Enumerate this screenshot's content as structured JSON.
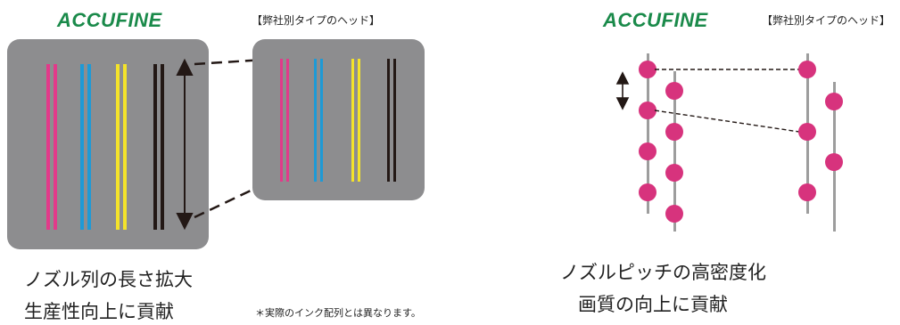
{
  "left_panel": {
    "logo": "ACCUFINE",
    "tag": "【弊社別タイプのヘッド】",
    "caption_line1": "ノズル列の長さ拡大",
    "caption_line2": "生産性向上に貢献",
    "note": "＊実際のインク配列とは異なります。"
  },
  "right_panel": {
    "logo": "ACCUFINE",
    "tag": "【弊社別タイプのヘッド】",
    "caption_line1": "ノズルピッチの高密度化",
    "caption_line2": "画質の向上に貢献"
  },
  "colors": {
    "magenta": "#e23a8a",
    "cyan": "#1e9ad6",
    "yellow": "#f4e32a",
    "black": "#231815",
    "panel_gray": "#8d8d8f",
    "nozzle_dot": "#d7337d",
    "logo_green": "#1a8a4a"
  }
}
